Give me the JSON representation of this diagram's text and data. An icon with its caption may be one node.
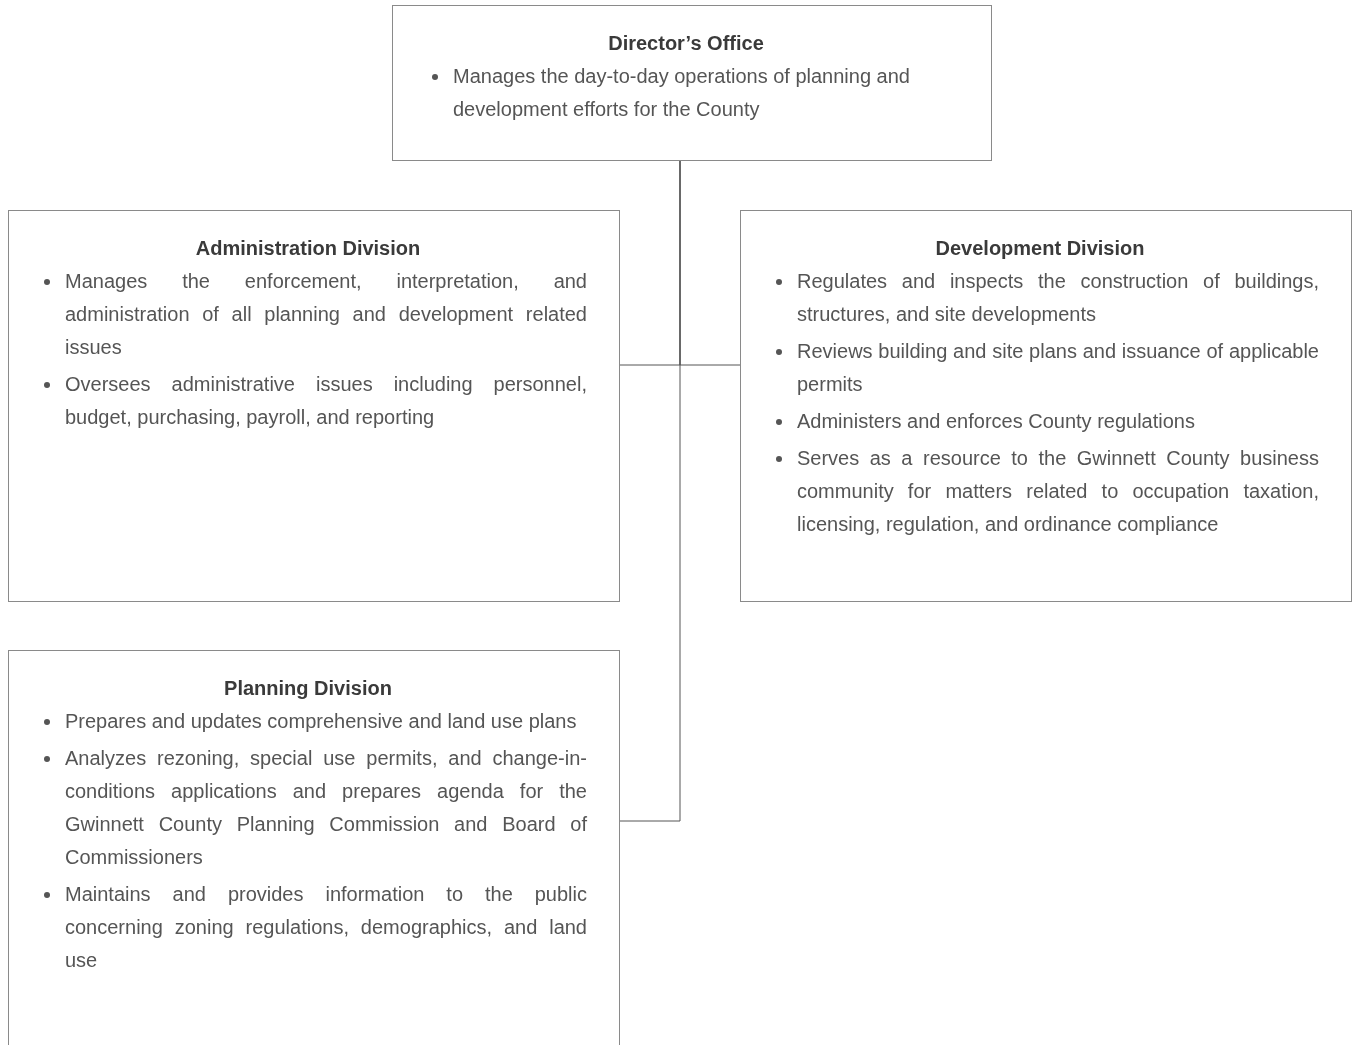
{
  "diagram": {
    "nodes": [
      {
        "text": [
          "Director’s Office",
          "Manages the day-to-day operations of planning and development efforts for the County"
        ]
      },
      {
        "text": [
          "Administration Division",
          "Manages the enforcement, interpretation, and administration of all planning and development related issues",
          "Oversees administrative issues including personnel, budget, purchasing, payroll, and reporting"
        ]
      },
      {
        "text": [
          "Development Division",
          "Regulates and inspects the construction of buildings, structures, and site developments",
          "Reviews building and site plans and issuance of applicable permits",
          "Administers and enforces County regulations",
          "Serves as a resource to the Gwinnett County business community for matters related to occupation taxation, licensing, regulation, and ordinance compliance"
        ]
      },
      {
        "text": [
          "Planning Division",
          "Prepares and updates comprehensive and land use plans",
          "Analyzes rezoning, special use permits, and change-in-conditions applications and prepares agenda for the Gwinnett County Planning Commission and Board of Commissioners",
          "Maintains and provides information to the public concerning zoning regulations, demographics, and land use"
        ]
      }
    ],
    "edges": [
      {
        "from": 0,
        "to": 1,
        "arrow": "none"
      },
      {
        "from": 0,
        "to": 2,
        "arrow": "none"
      },
      {
        "from": 0,
        "to": 3,
        "arrow": "none"
      }
    ]
  }
}
